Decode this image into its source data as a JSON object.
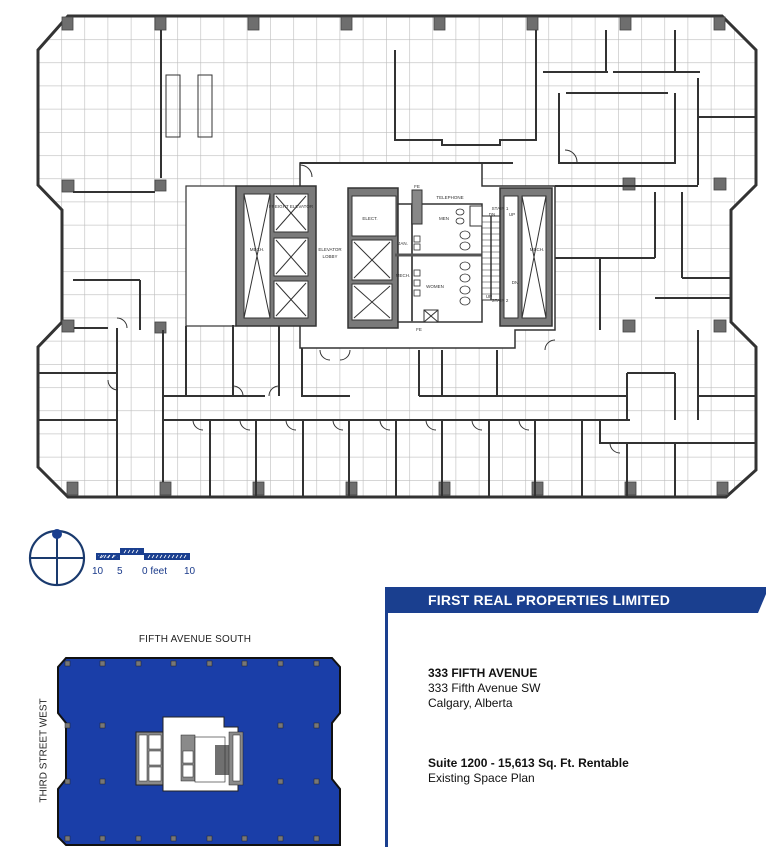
{
  "floor_plan": {
    "rooms": {
      "mech_left": "MECH.",
      "freight_elevator": "FREIGHT ELEVATOR",
      "elevator_lobby_line1": "ELEVATOR",
      "elevator_lobby_line2": "LOBBY",
      "elect": "ELECT.",
      "jan": "JAN.",
      "mech_center": "MECH.",
      "men": "MEN",
      "women": "WOMEN",
      "telephone": "TELEPHONE",
      "fe_top": "FE",
      "fe_bottom": "FE",
      "stair1": "STAIR 1",
      "stair2": "STAIR 2",
      "stair_dn_1": "DN",
      "stair_up_1": "UP",
      "stair_up_2": "UP",
      "stair_dn_2": "DN",
      "mech_right": "MECH."
    },
    "colors": {
      "wall": "#333333",
      "column": "#6e6e6e",
      "grid": "#bdbdbd",
      "core_fill": "#7a7a7a"
    }
  },
  "legend": {
    "scale_labels": [
      "10",
      "5",
      "0 feet",
      "10"
    ],
    "north_icon": "north-arrow-icon",
    "color": "#1a3f8f"
  },
  "key_plan": {
    "street_north": "FIFTH AVENUE SOUTH",
    "street_west": "THIRD STREET WEST",
    "fill_color": "#1a3ea8"
  },
  "info": {
    "company": "FIRST REAL PROPERTIES LIMITED",
    "building_name": "333  FIFTH AVENUE",
    "address_line1": "333  Fifth Avenue SW",
    "address_line2": "Calgary, Alberta",
    "suite": "Suite 1200 - 15,613 Sq. Ft. Rentable",
    "plan_type": "Existing Space Plan",
    "brand_color": "#1a3f8f"
  }
}
